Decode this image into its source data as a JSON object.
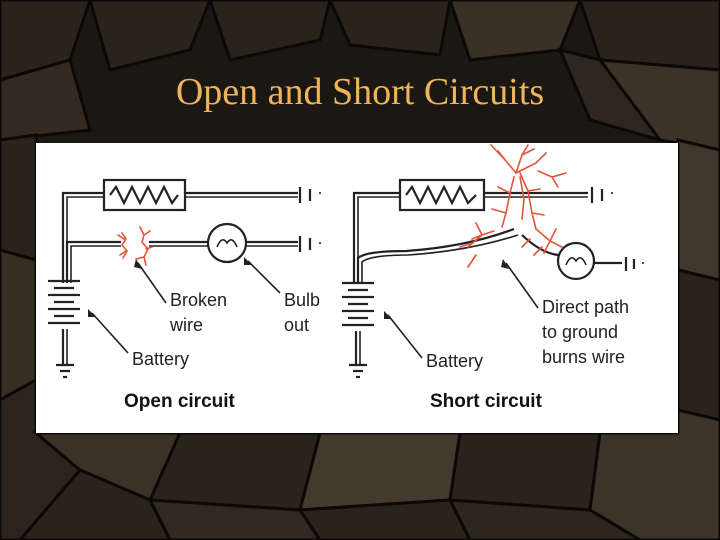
{
  "slide": {
    "title": "Open and Short Circuits"
  },
  "open_circuit": {
    "caption": "Open circuit",
    "labels": {
      "broken_wire_line1": "Broken",
      "broken_wire_line2": "wire",
      "bulb_out_line1": "Bulb",
      "bulb_out_line2": "out",
      "battery": "Battery"
    }
  },
  "short_circuit": {
    "caption": "Short circuit",
    "labels": {
      "direct_path_line1": "Direct path",
      "direct_path_line2": "to ground",
      "direct_path_line3": "burns wire",
      "battery": "Battery"
    }
  },
  "colors": {
    "title": "#f0b35a",
    "annotation_ink": "#e0553a",
    "panel_background": "#ffffff"
  }
}
